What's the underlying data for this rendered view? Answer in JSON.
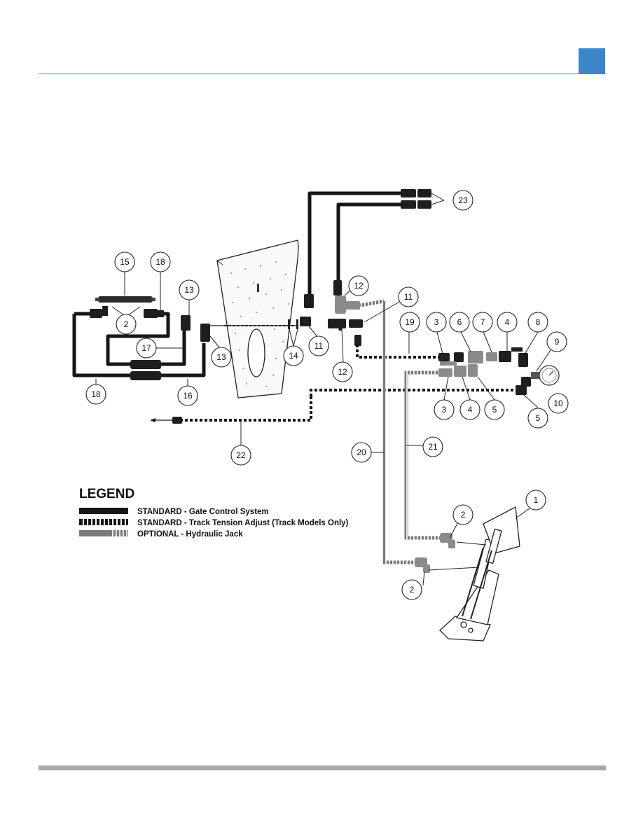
{
  "header": {
    "tab_color": "#3a86c9",
    "rule_color": "#3f86c8"
  },
  "callouts": {
    "c1": "1",
    "c2a": "2",
    "c2b": "2",
    "c2c": "2",
    "c3a": "3",
    "c3b": "3",
    "c4a": "4",
    "c4b": "4",
    "c5a": "5",
    "c5b": "5",
    "c6": "6",
    "c7": "7",
    "c8": "8",
    "c9": "9",
    "c10": "10",
    "c11a": "11",
    "c11b": "11",
    "c12a": "12",
    "c12b": "12",
    "c13a": "13",
    "c13b": "13",
    "c14": "14",
    "c15": "15",
    "c16": "16",
    "c17": "17",
    "c18a": "18",
    "c18b": "18",
    "c19": "19",
    "c20": "20",
    "c21": "21",
    "c22": "22",
    "c23": "23"
  },
  "legend": {
    "title": "LEGEND",
    "items": [
      {
        "label": "STANDARD - Gate Control System",
        "style": "solid"
      },
      {
        "label": "STANDARD - Track Tension Adjust (Track Models Only)",
        "style": "dashed"
      },
      {
        "label": "OPTIONAL - Hydraulic Jack",
        "style": "grey-striped"
      }
    ]
  },
  "colors": {
    "hose_standard": "#161616",
    "hose_optional": "#7a7a7a",
    "footer_bar": "#a8a8a8"
  }
}
